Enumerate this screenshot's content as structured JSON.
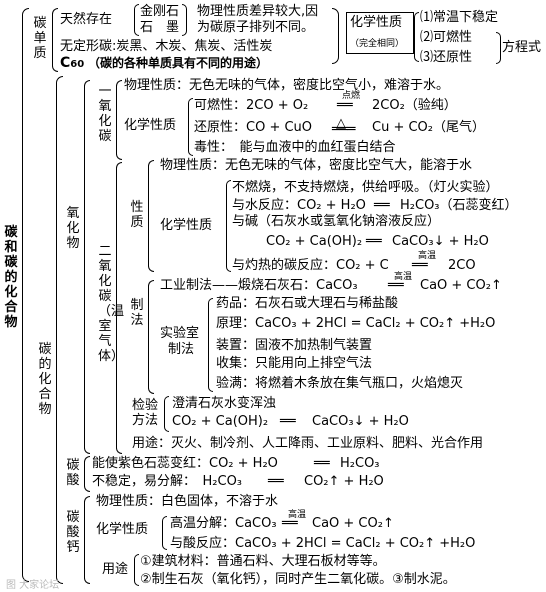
{
  "root": {
    "title": "碳和碳的化合物"
  },
  "elemental_carbon": {
    "title": "碳单质",
    "natural": {
      "label": "天然存在",
      "diamond": "金刚石",
      "graphite": "石　墨",
      "reason_1": "物理性质差异较大,因",
      "reason_2": "为碳原子排列不同。"
    },
    "amorphous": "无定形碳:炭黑、木炭、焦炭、活性炭",
    "c60": "C",
    "c60_sub": "60",
    "c60_note": "（碳的各种单质具有不同的用途）",
    "chem_props": {
      "title": "化学性质",
      "note": "（完全相同）",
      "items": [
        "⑴常温下稳定",
        "⑵可燃性",
        "⑶还原性"
      ],
      "equation": "方程式"
    }
  },
  "compounds": {
    "title": "碳的化合物",
    "oxides": "氧化物",
    "co": {
      "title": "一氧化碳",
      "physical": "物理性质：无色无味的气体，密度比空气小，难溶于水。",
      "chem_title": "化学性质",
      "combustible_label": "可燃性：",
      "combustible_eq": "2CO + O₂",
      "combustible_cond": "点燃",
      "combustible_prod": "2CO₂",
      "combustible_note": "（验纯）",
      "reducing_label": "还原性：",
      "reducing_eq": "CO + CuO",
      "reducing_prod": "Cu + CO₂（尾气）",
      "toxicity": "毒性：　能与血液中的血红蛋白结合"
    },
    "co2": {
      "title": "二氧化碳（温室气体）",
      "properties": "性质",
      "physical": "物理性质：无色无味的气体，密度比空气大，能溶于水",
      "chem_title": "化学性质",
      "chem_1": "不燃烧，不支持燃烧，供给呼吸。（灯火实验）",
      "chem_water": "与水反应：CO₂ + H₂O",
      "chem_water_prod": "H₂CO₃（石蕊变红）",
      "chem_base": "与碱（石灰水或氢氧化钠溶液反应）",
      "chem_base_eq": "CO₂ + Ca(OH)₂",
      "chem_base_prod": "CaCO₃↓ + H₂O",
      "chem_carbon": "与灼热的碳反应：CO₂ + C",
      "chem_carbon_cond": "高温",
      "chem_carbon_prod": "2CO",
      "prep": "制法",
      "industrial": "工业制法——煅烧石灰石：CaCO₃",
      "industrial_cond": "高温",
      "industrial_prod": "CaO + CO₂↑",
      "lab": "实验室制法",
      "drugs": "药品：石灰石或大理石与稀盐酸",
      "principle": "原理：CaCO₃ + 2HCl = CaCl₂ + CO₂↑ +H₂O",
      "apparatus": "装置：固液不加热制气装置",
      "collect": "收集：只能用向上排空气法",
      "full": "验满：将燃着木条放在集气瓶口，火焰熄灭",
      "test": "检验方法",
      "test_1": "澄清石灰水变浑浊",
      "test_eq": "CO₂ + Ca(OH)₂",
      "test_prod": "CaCO₃↓ + H₂O",
      "uses": "用途：灭火、制冷剂、人工降雨、工业原料、肥料、光合作用"
    },
    "carbonic_acid": {
      "title": "碳酸",
      "line_1": "能使紫色石蕊变红：CO₂ + H₂O",
      "line_1_prod": "H₂CO₃",
      "line_2": "不稳定，易分解：　H₂CO₃",
      "line_2_prod": "CO₂↑ + H₂O"
    },
    "calcium_carbonate": {
      "title": "碳酸钙",
      "physical": "物理性质：白色固体，不溶于水",
      "chem_title": "化学性质",
      "decomp": "高温分解：CaCO₃",
      "decomp_cond": "高温",
      "decomp_prod": "CaO + CO₂↑",
      "acid": "与酸反应：CaCO₃ + 2HCl = CaCl₂ + CO₂↑ +H₂O",
      "uses": "用途",
      "use_1": "①建筑材料：普通石料、大理石板材等等。",
      "use_2": "②制生石灰（氧化钙），同时产生二氧化碳。③制水泥。"
    }
  },
  "watermark": "图 大家论坛"
}
